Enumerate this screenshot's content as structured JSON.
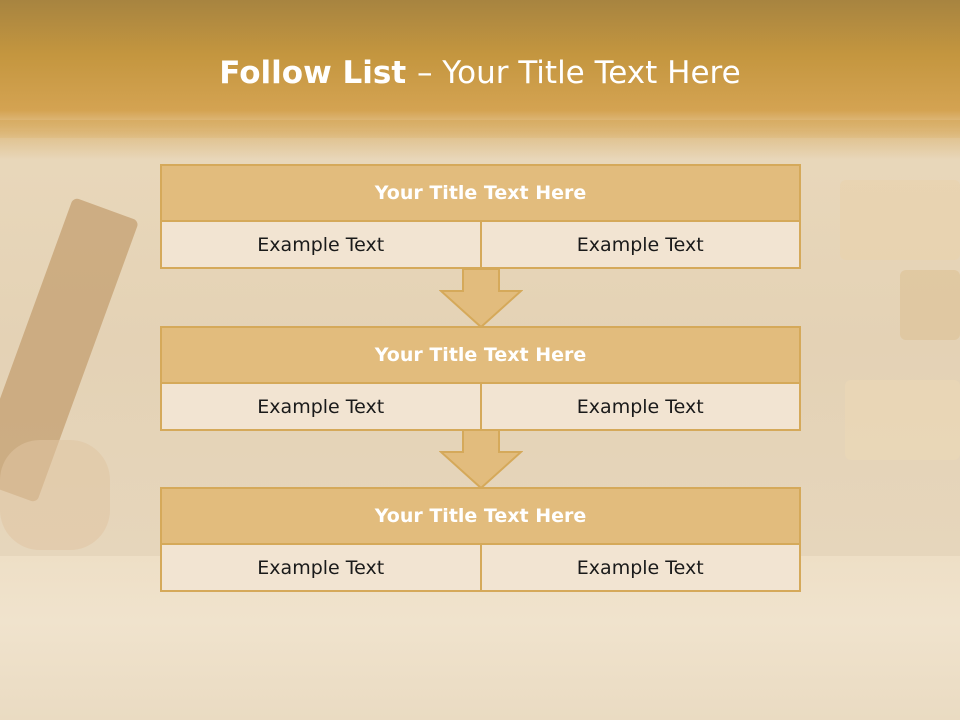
{
  "title": {
    "bold": "Follow List ",
    "rest": " – Your Title Text Here"
  },
  "steps": [
    {
      "title": "Your Title Text Here",
      "cells": [
        "Example Text",
        "Example Text"
      ]
    },
    {
      "title": "Your Title Text Here",
      "cells": [
        "Example Text",
        "Example Text"
      ]
    },
    {
      "title": "Your Title Text Here",
      "cells": [
        "Example Text",
        "Example Text"
      ]
    }
  ],
  "colors": {
    "header": "#c4963f",
    "box_head": "#e2bc7d",
    "box_border": "#d5a95a",
    "box_cell": "#f2e4d2"
  }
}
